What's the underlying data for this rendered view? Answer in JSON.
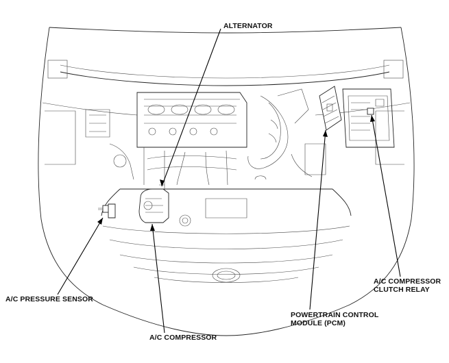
{
  "labels": {
    "alternator": "ALTERNATOR",
    "ac_pressure_sensor": "A/C PRESSURE SENSOR",
    "ac_compressor": "A/C COMPRESSOR",
    "pcm_line1": "POWERTRAIN CONTROL",
    "pcm_line2": "MODULE (PCM)",
    "relay_line1": "A/C COMPRESSOR",
    "relay_line2": "CLUTCH RELAY"
  },
  "colors": {
    "line": "#222222",
    "text": "#111111",
    "background": "#ffffff"
  }
}
